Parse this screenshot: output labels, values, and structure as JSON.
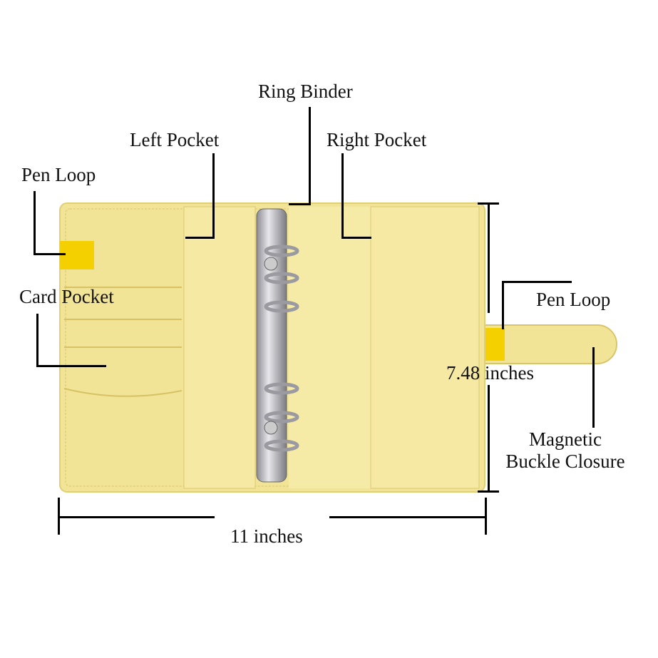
{
  "labels": {
    "ring_binder": "Ring Binder",
    "left_pocket": "Left Pocket",
    "right_pocket": "Right Pocket",
    "pen_loop_left": "Pen Loop",
    "card_pocket": "Card Pocket",
    "pen_loop_right": "Pen Loop",
    "height": "7.48 inches",
    "closure_line1": "Magnetic",
    "closure_line2": "Buckle Closure",
    "width": "11 inches"
  },
  "colors": {
    "cover": "#f2e496",
    "cover_edge": "#e2cf72",
    "pen_loop": "#f5d000",
    "ring_metal": "#b8b8bc"
  }
}
